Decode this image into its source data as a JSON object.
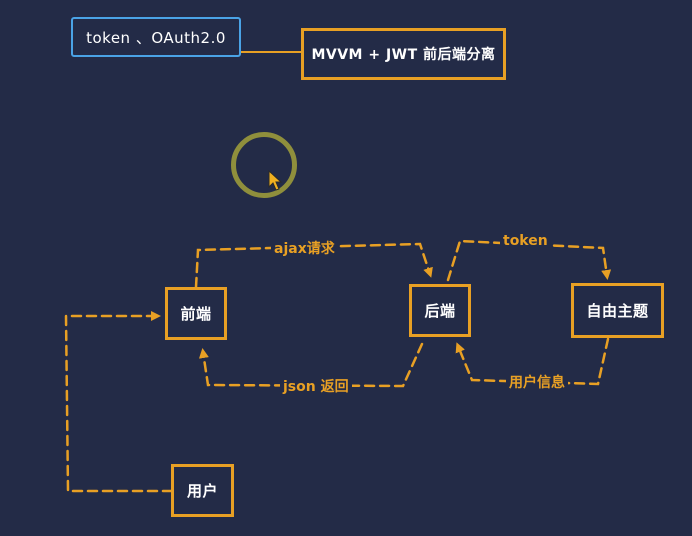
{
  "header": {
    "tag_label": "token 、OAuth2.0",
    "title_box": "MVVM + JWT 前后端分离"
  },
  "nodes": {
    "frontend": "前端",
    "backend": "后端",
    "theme": "自由主题",
    "user": "用户"
  },
  "edges": {
    "ajax_request": "ajax请求",
    "json_return": "json 返回",
    "token": "token",
    "user_info": "用户信息"
  },
  "colors": {
    "background": "#232b47",
    "accent": "#e8a024",
    "highlight": "#4aa3e6",
    "text": "#ffffff"
  },
  "icons": {
    "cursor": "pointer-arrow-icon",
    "cursor_highlight": "cursor-highlight-ring-icon"
  }
}
